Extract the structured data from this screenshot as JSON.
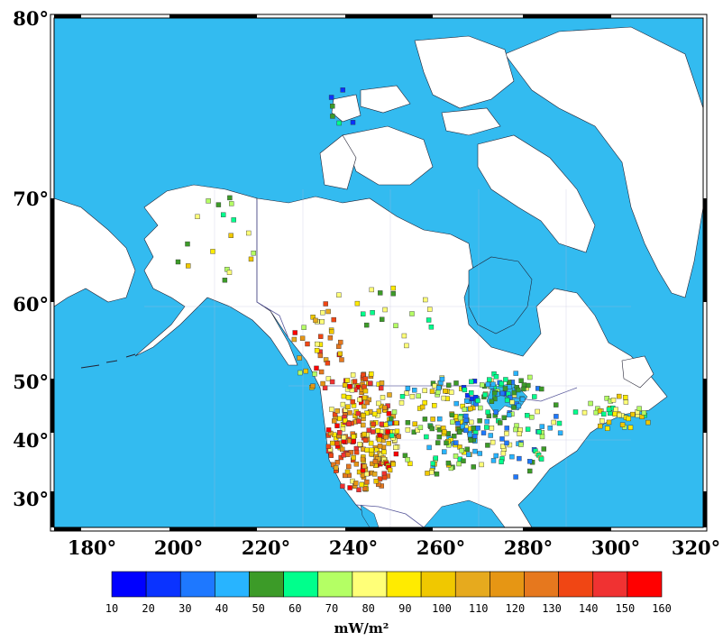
{
  "map": {
    "lat_labels": [
      "80°",
      "70°",
      "60°",
      "50°",
      "40°",
      "30°"
    ],
    "lon_labels": [
      "180°",
      "200°",
      "220°",
      "240°",
      "260°",
      "280°",
      "300°",
      "320°"
    ],
    "ocean_color": "#33bbf0",
    "land_color": "#ffffff"
  },
  "legend": {
    "ticks": [
      "10",
      "20",
      "30",
      "40",
      "50",
      "60",
      "70",
      "80",
      "90",
      "100",
      "110",
      "120",
      "130",
      "140",
      "150",
      "160"
    ],
    "colors": [
      "#0000ff",
      "#0a33ff",
      "#1e78ff",
      "#28b4ff",
      "#3c9b28",
      "#00ff8c",
      "#b4ff64",
      "#ffff78",
      "#ffeb00",
      "#f0c800",
      "#e6aa1e",
      "#e69614",
      "#e6781e",
      "#f04614",
      "#f03232",
      "#ff0000"
    ],
    "unit": "mW/m²"
  }
}
